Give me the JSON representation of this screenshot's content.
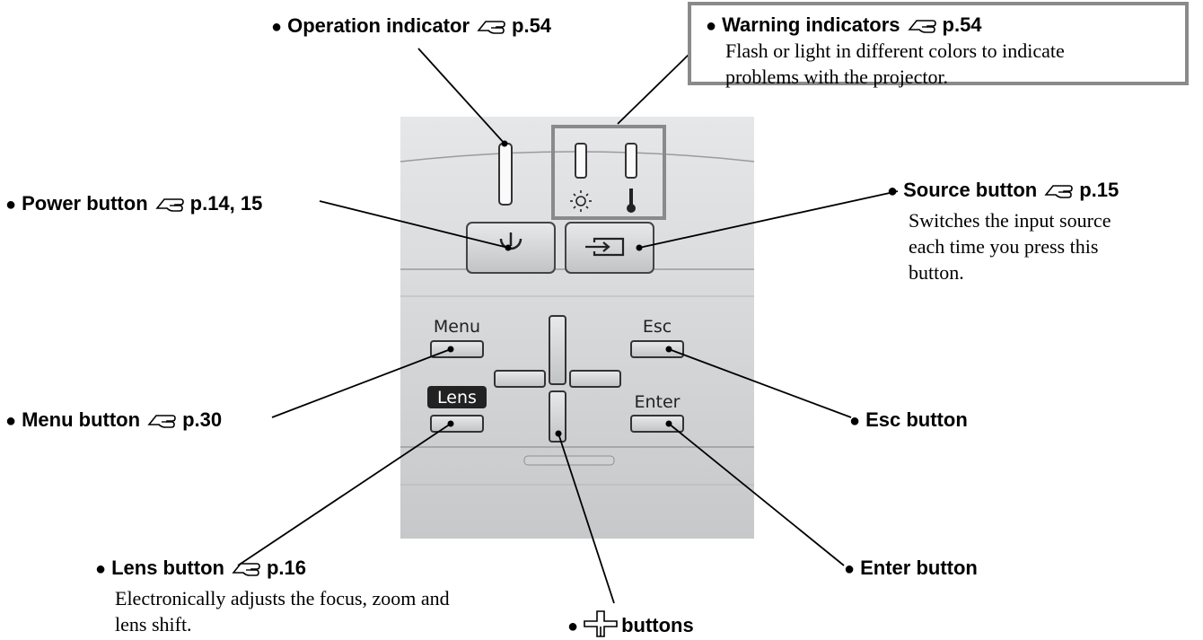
{
  "callouts": {
    "operation": {
      "label": "Operation indicator",
      "ref": "p.54"
    },
    "warning": {
      "label": "Warning indicators",
      "ref": "p.54",
      "desc": "Flash or light in different colors to indicate problems with the projector."
    },
    "power": {
      "label": "Power button",
      "ref": "p.14, 15"
    },
    "source": {
      "label": "Source button",
      "ref": "p.15",
      "desc": "Switches the input source each time you press this button."
    },
    "menu": {
      "label": "Menu button",
      "ref": "p.30"
    },
    "esc": {
      "label": "Esc button"
    },
    "lens": {
      "label": "Lens button",
      "ref": "p.16",
      "desc": "Electronically adjusts the focus, zoom and lens shift."
    },
    "enter": {
      "label": "Enter button"
    },
    "arrows": {
      "label": "buttons"
    }
  },
  "panel": {
    "menu_label": "Menu",
    "esc_label": "Esc",
    "lens_label": "Lens",
    "enter_label": "Enter"
  },
  "colors": {
    "panel_top": "#e4e5e6",
    "panel_bottom": "#c9cacc",
    "button_fill": "#d6d7d9",
    "warning_frame": "#8a8a8a"
  },
  "icons": {
    "reference": "pointing-hand-reference-icon",
    "power": "power-icon",
    "source": "input-source-icon",
    "lamp": "lamp-warning-icon",
    "temperature": "thermometer-icon",
    "arrows": "cross-arrows-icon"
  }
}
